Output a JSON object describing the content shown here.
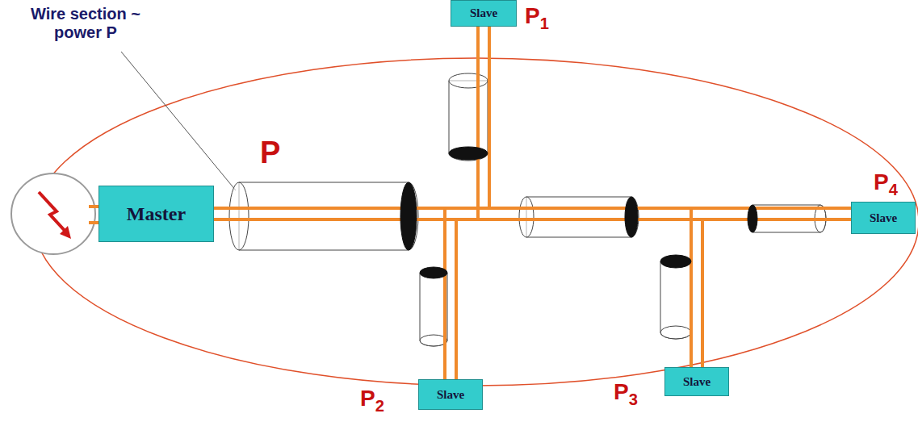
{
  "diagram": {
    "nodes": [
      {
        "text": [
          "Master"
        ]
      },
      {
        "text": [
          "Slave"
        ]
      },
      {
        "text": [
          "Slave"
        ]
      },
      {
        "text": [
          "Slave"
        ]
      },
      {
        "text": [
          "Slave"
        ]
      }
    ],
    "edges": [
      {
        "from": 0,
        "to": 1,
        "arrow": "none"
      },
      {
        "from": 0,
        "to": 2,
        "arrow": "none"
      },
      {
        "from": 0,
        "to": 3,
        "arrow": "none"
      },
      {
        "from": 0,
        "to": 4,
        "arrow": "none"
      }
    ],
    "labels": [
      "Wire section ~ power P",
      "P",
      "P1",
      "P2",
      "P3",
      "P4"
    ]
  }
}
